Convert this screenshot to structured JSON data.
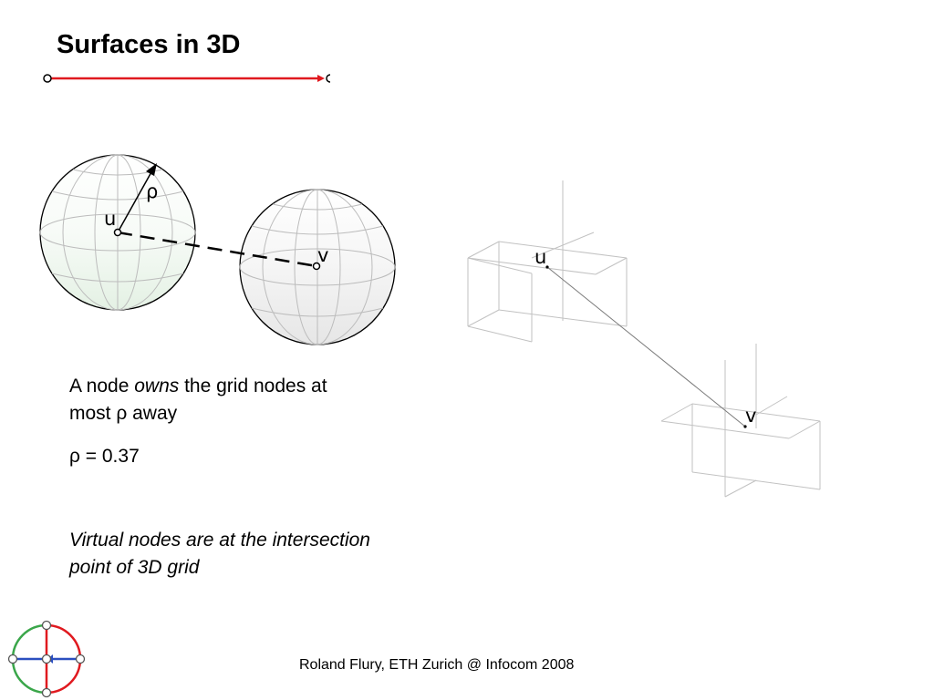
{
  "slide": {
    "title": "Surfaces in 3D",
    "labels": {
      "rho": "ρ",
      "u_left": "u",
      "v_left": "v",
      "u_right": "u",
      "v_right": "v"
    },
    "text1_pre": "A node ",
    "text1_em": "owns",
    "text1_post": " the grid nodes at most ρ away",
    "text2": "ρ = 0.37",
    "text3": "Virtual nodes are at the intersection point of 3D grid",
    "footer": "Roland Flury, ETH Zurich @ Infocom 2008"
  },
  "colors": {
    "accent_red": "#e0191f",
    "logo_green": "#3aa64a",
    "logo_blue": "#2b4fbf"
  }
}
